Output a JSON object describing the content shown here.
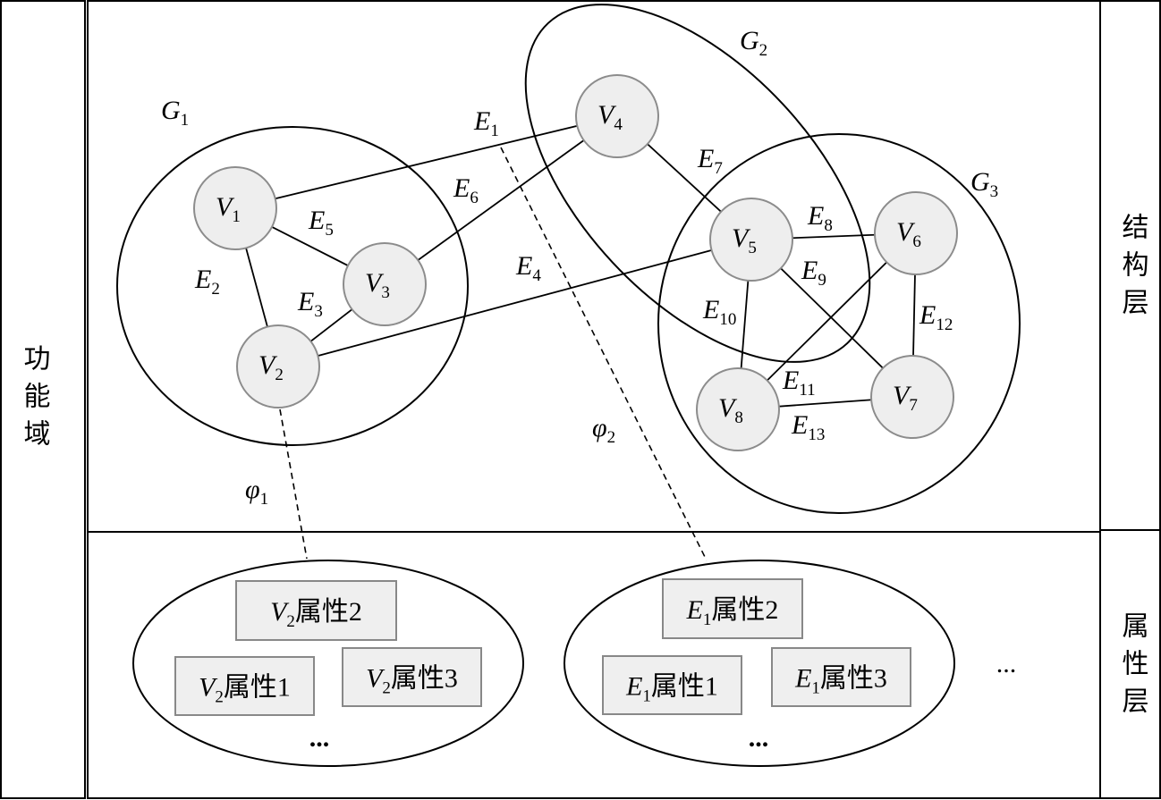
{
  "side_labels": {
    "functional_domain": "功能域",
    "structure_layer": "结构层",
    "attribute_layer": "属性层"
  },
  "groups": [
    {
      "id": "G1",
      "letter": "G",
      "sub": "1"
    },
    {
      "id": "G2",
      "letter": "G",
      "sub": "2"
    },
    {
      "id": "G3",
      "letter": "G",
      "sub": "3"
    }
  ],
  "nodes": [
    {
      "id": "V1",
      "letter": "V",
      "sub": "1"
    },
    {
      "id": "V2",
      "letter": "V",
      "sub": "2"
    },
    {
      "id": "V3",
      "letter": "V",
      "sub": "3"
    },
    {
      "id": "V4",
      "letter": "V",
      "sub": "4"
    },
    {
      "id": "V5",
      "letter": "V",
      "sub": "5"
    },
    {
      "id": "V6",
      "letter": "V",
      "sub": "6"
    },
    {
      "id": "V7",
      "letter": "V",
      "sub": "7"
    },
    {
      "id": "V8",
      "letter": "V",
      "sub": "8"
    }
  ],
  "edges": [
    {
      "id": "E1",
      "from": "V1",
      "to": "V4",
      "letter": "E",
      "sub": "1"
    },
    {
      "id": "E2",
      "from": "V1",
      "to": "V2",
      "letter": "E",
      "sub": "2"
    },
    {
      "id": "E3",
      "from": "V2",
      "to": "V3",
      "letter": "E",
      "sub": "3"
    },
    {
      "id": "E4",
      "from": "V2",
      "to": "V5",
      "letter": "E",
      "sub": "4"
    },
    {
      "id": "E5",
      "from": "V1",
      "to": "V3",
      "letter": "E",
      "sub": "5"
    },
    {
      "id": "E6",
      "from": "V3",
      "to": "V4",
      "letter": "E",
      "sub": "6"
    },
    {
      "id": "E7",
      "from": "V4",
      "to": "V5",
      "letter": "E",
      "sub": "7"
    },
    {
      "id": "E8",
      "from": "V5",
      "to": "V6",
      "letter": "E",
      "sub": "8"
    },
    {
      "id": "E9",
      "from": "V5",
      "to": "V7",
      "letter": "E",
      "sub": "9"
    },
    {
      "id": "E10",
      "from": "V5",
      "to": "V8",
      "letter": "E",
      "sub": "10"
    },
    {
      "id": "E11",
      "from": "V6",
      "to": "V8",
      "letter": "E",
      "sub": "11"
    },
    {
      "id": "E12",
      "from": "V6",
      "to": "V7",
      "letter": "E",
      "sub": "12"
    },
    {
      "id": "E13",
      "from": "V8",
      "to": "V7",
      "letter": "E",
      "sub": "13"
    }
  ],
  "mappings": [
    {
      "id": "phi1",
      "letter": "φ",
      "sub": "1"
    },
    {
      "id": "phi2",
      "letter": "φ",
      "sub": "2"
    }
  ],
  "attribute_sets": [
    {
      "id": "V2attrs",
      "items": [
        {
          "letter": "V",
          "sub": "2",
          "text": "属性2"
        },
        {
          "letter": "V",
          "sub": "2",
          "text": "属性1"
        },
        {
          "letter": "V",
          "sub": "2",
          "text": "属性3"
        }
      ],
      "more": "..."
    },
    {
      "id": "E1attrs",
      "items": [
        {
          "letter": "E",
          "sub": "1",
          "text": "属性2"
        },
        {
          "letter": "E",
          "sub": "1",
          "text": "属性1"
        },
        {
          "letter": "E",
          "sub": "1",
          "text": "属性3"
        }
      ],
      "more": "..."
    }
  ],
  "trailing_more": "...",
  "colors": {
    "node_fill": "#eeeeee",
    "node_stroke": "#8c8c8c",
    "attr_fill": "#efefef",
    "line": "#000000"
  }
}
